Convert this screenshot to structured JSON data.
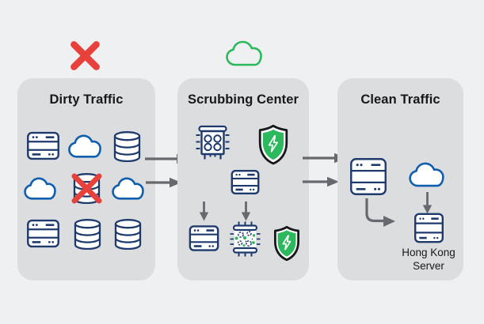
{
  "colors": {
    "page_bg": "#eff0f2",
    "panel_bg": "#dcdddf",
    "icon_navy": "#1e3a6d",
    "icon_blue": "#0f5fae",
    "green": "#2cb85c",
    "red": "#e8403a",
    "arrow_gray": "#66696e",
    "text": "#17181a"
  },
  "header_icons": {
    "blocked": "red-x",
    "allowed": "green-cloud"
  },
  "panels": {
    "dirty": {
      "title": "Dirty Traffic",
      "grid": [
        [
          "server",
          "cloud",
          "database"
        ],
        [
          "cloud",
          "database-blocked",
          "cloud"
        ],
        [
          "server",
          "database",
          "database"
        ]
      ]
    },
    "scrubbing": {
      "title": "Scrubbing Center",
      "top_row": [
        "firewall",
        "shield"
      ],
      "middle_row": [
        "server"
      ],
      "bottom_row": [
        "server",
        "scrubbing-chip",
        "shield"
      ]
    },
    "clean": {
      "title": "Clean Traffic",
      "icons": [
        "server",
        "cloud"
      ],
      "server_label": "Hong Kong\nServer"
    }
  },
  "connections": [
    {
      "from": "dirty-traffic",
      "to": "scrubbing-center",
      "arrows": 2
    },
    {
      "from": "scrubbing-center",
      "to": "clean-traffic",
      "arrows": 2
    },
    {
      "from": "scrubbing-server",
      "to": "scrubbing-bottom-row",
      "arrows": 2
    },
    {
      "from": "clean-server",
      "to": "hong-kong-server",
      "arrows": 1
    },
    {
      "from": "clean-cloud",
      "to": "hong-kong-server",
      "arrows": 1
    }
  ]
}
